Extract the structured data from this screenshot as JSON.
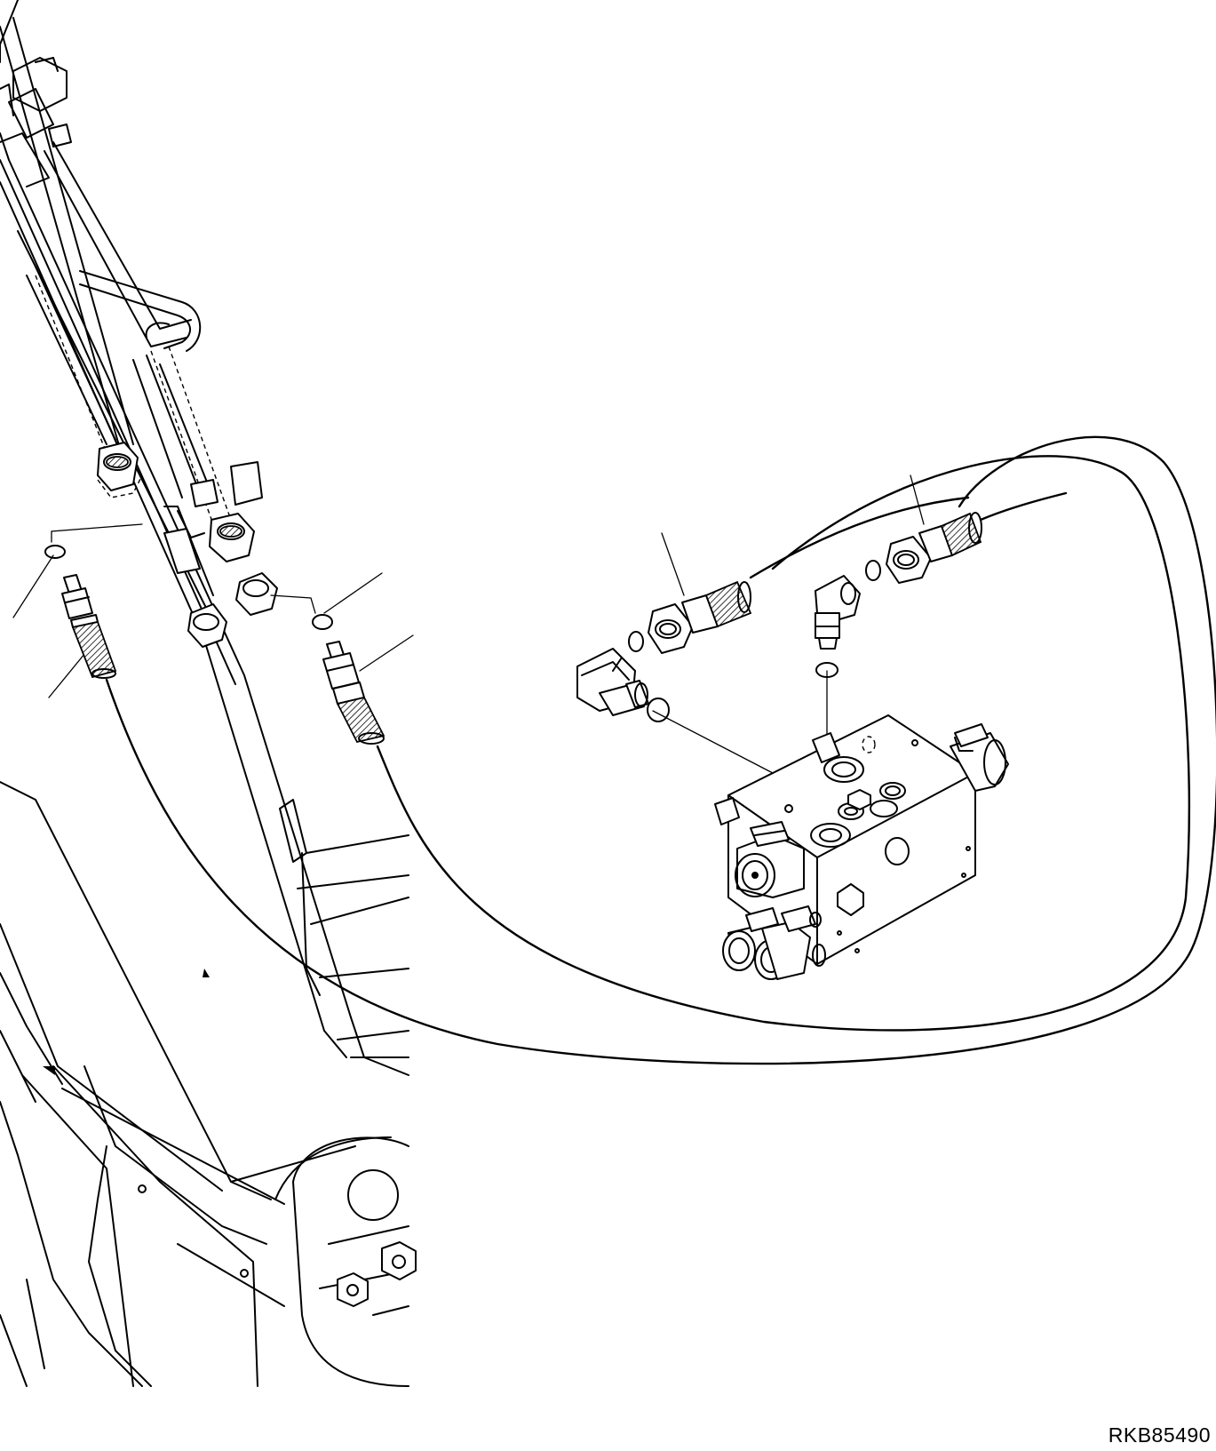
{
  "drawing": {
    "code": "RKB85490"
  },
  "parts": [
    {
      "id": "boom-structure",
      "kind": "boom"
    },
    {
      "id": "arm-cylinder-tubes",
      "kind": "tubes"
    },
    {
      "id": "hose-left",
      "kind": "hose"
    },
    {
      "id": "hose-middle",
      "kind": "hose"
    },
    {
      "id": "hose-upper-right",
      "kind": "hose"
    },
    {
      "id": "valve-block",
      "kind": "valve"
    },
    {
      "id": "elbow-fitting-left",
      "kind": "fitting"
    },
    {
      "id": "elbow-fitting-right",
      "kind": "fitting"
    },
    {
      "id": "o-rings",
      "kind": "seal"
    }
  ]
}
